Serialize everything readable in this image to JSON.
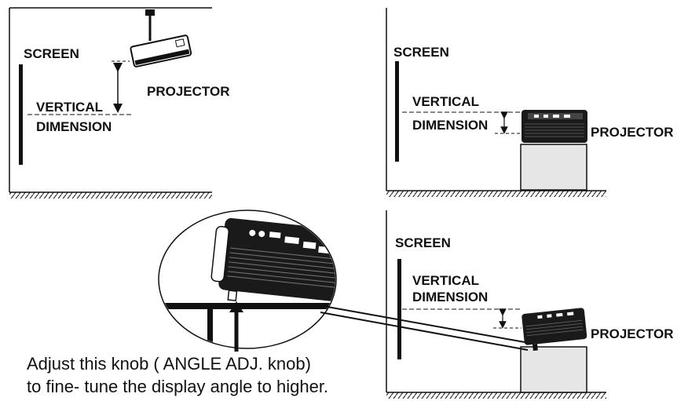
{
  "panel1": {
    "screen": "SCREEN",
    "vertical": "VERTICAL",
    "dimension": "DIMENSION",
    "projector": "PROJECTOR"
  },
  "panel2": {
    "screen": "SCREEN",
    "vertical": "VERTICAL",
    "dimension": "DIMENSION",
    "projector": "PROJECTOR"
  },
  "panel3": {
    "screen": "SCREEN",
    "vertical": "VERTICAL",
    "dimension": "DIMENSION",
    "projector": "PROJECTOR"
  },
  "caption": {
    "line1": "Adjust this knob ( ANGLE ADJ. knob)",
    "line2": "to fine- tune the display angle to higher."
  },
  "colors": {
    "ink": "#111111",
    "table": "#e6e6e6"
  }
}
